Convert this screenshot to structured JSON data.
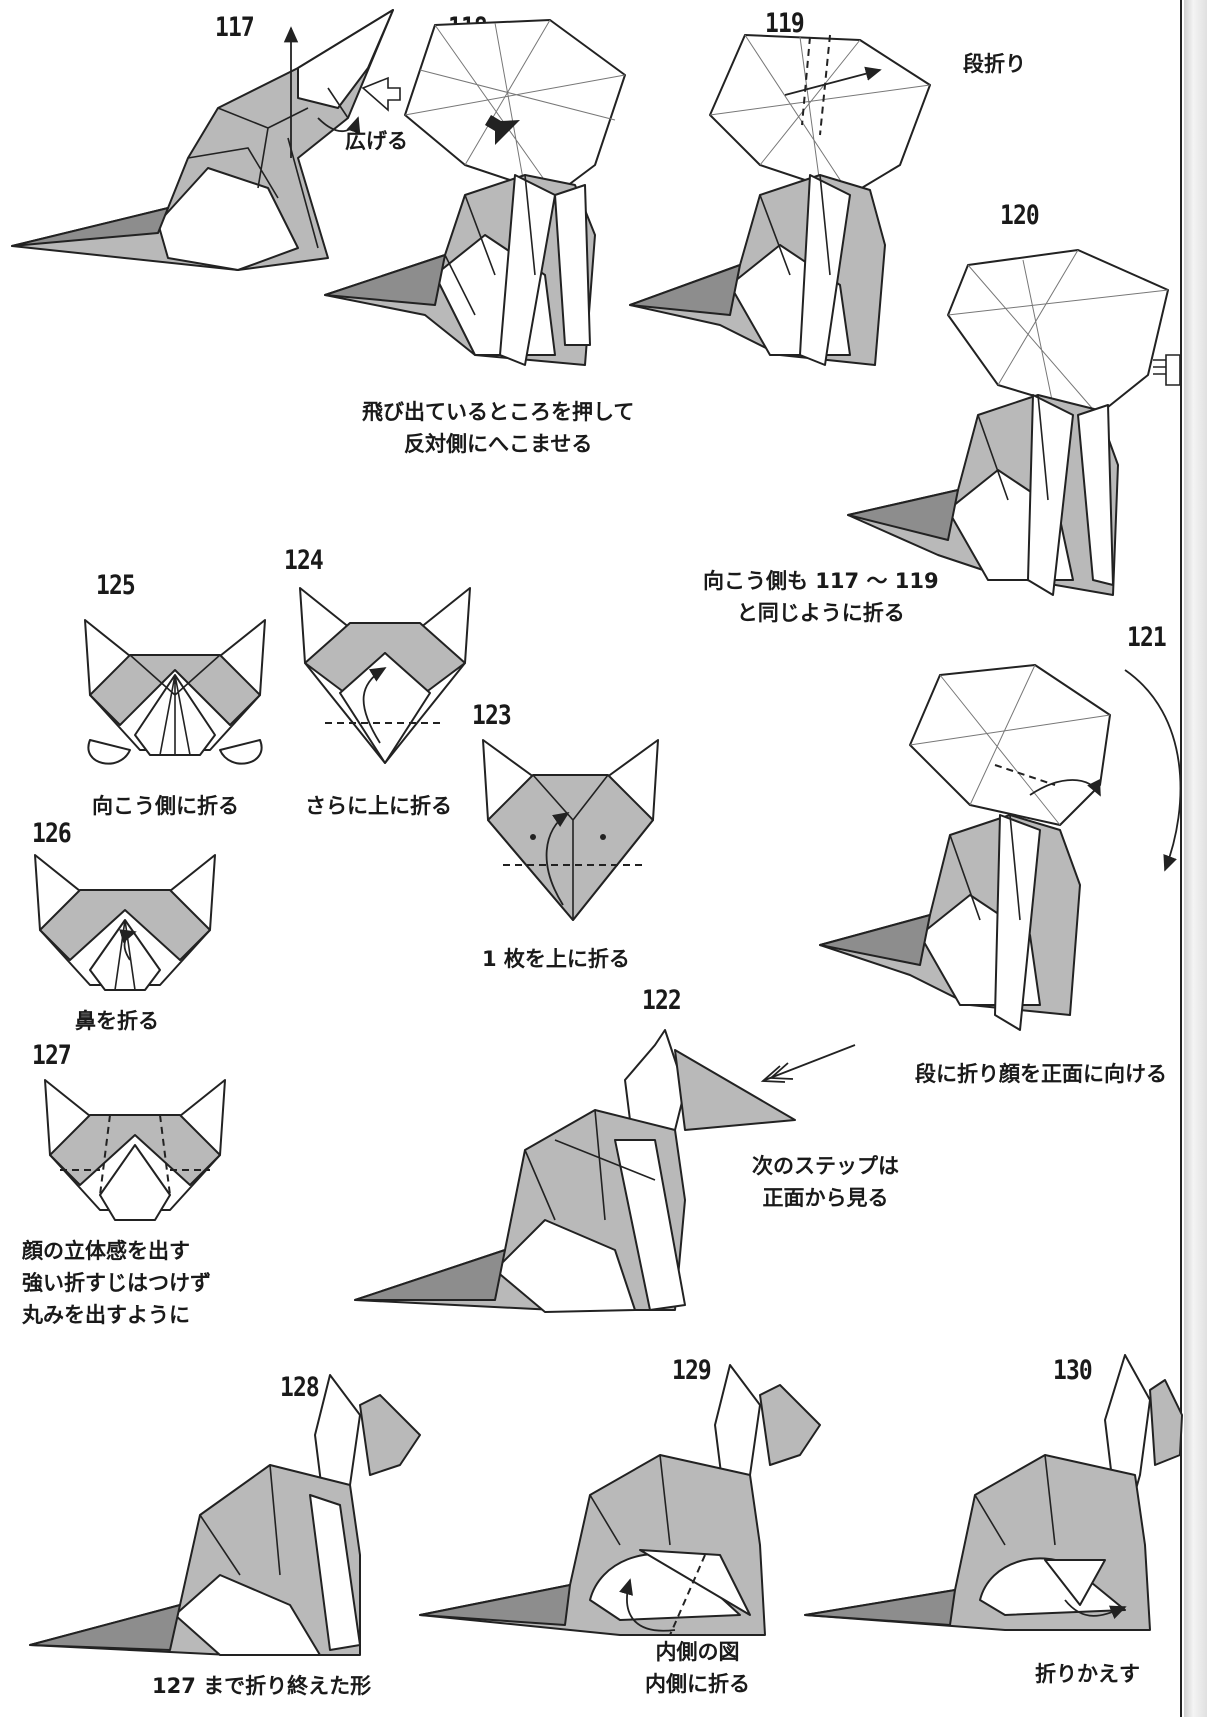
{
  "steps": {
    "s117": {
      "number": "117",
      "caption": "広げる"
    },
    "s118": {
      "number": "118",
      "caption_line1": "飛び出ているところを押して",
      "caption_line2": "反対側にへこませる"
    },
    "s119": {
      "number": "119",
      "caption": "段折り"
    },
    "s120": {
      "number": "120",
      "caption_line1": "向こう側も 117 ～ 119",
      "caption_line2": "と同じように折る"
    },
    "s121": {
      "number": "121",
      "caption": "段に折り顔を正面に向ける"
    },
    "s122": {
      "number": "122",
      "caption_line1": "次のステップは",
      "caption_line2": "正面から見る"
    },
    "s123": {
      "number": "123",
      "caption": "1 枚を上に折る"
    },
    "s124": {
      "number": "124",
      "caption": "さらに上に折る"
    },
    "s125": {
      "number": "125",
      "caption": "向こう側に折る"
    },
    "s126": {
      "number": "126",
      "caption": "鼻を折る"
    },
    "s127": {
      "number": "127",
      "caption_line1": "顔の立体感を出す",
      "caption_line2": "強い折すじはつけず",
      "caption_line3": "丸みを出すように"
    },
    "s128": {
      "number": "128",
      "caption": "127 まで折り終えた形"
    },
    "s129": {
      "number": "129",
      "caption_line1": "内側の図",
      "caption_line2": "内側に折る"
    },
    "s130": {
      "number": "130",
      "caption": "折りかえす"
    }
  },
  "colors": {
    "shade": "#b9b9b9",
    "paper": "#ffffff",
    "line": "#222222"
  },
  "icons": [
    "arrow-icon",
    "push-arrow-icon",
    "hand-icon",
    "eye-view-icon",
    "curved-arrow-icon"
  ]
}
